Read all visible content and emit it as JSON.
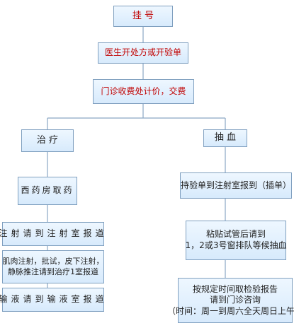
{
  "nodes": {
    "register": "挂 号",
    "doctor": "医生开处方或开验单",
    "payment": "门诊收费处计价，交费",
    "treatment": "治 疗",
    "blood": "抽 血",
    "pharmacy": "西药房取药",
    "injection_room": "注射请到注射室报道",
    "injection_types": [
      "肌肉注射，批试，皮下注射，",
      "静脉推注请到治疗1室报道"
    ],
    "infusion": "输液请到输液室报道",
    "blood_register": "持验单到注射室报到（插单）",
    "blood_queue": [
      "粘贴试管后请到",
      "1，2或3号窗排队等候抽血"
    ],
    "results": [
      "按规定时间取检验报告",
      "请到门诊咨询",
      "（时间：周一到周六全天周日上午）"
    ]
  },
  "colors": {
    "border": "#7f9fbf",
    "fill_top": "#eef7ff",
    "fill_bottom": "#d7eafc",
    "line": "#8aa6c4",
    "emphasis_text": "#c00000"
  }
}
